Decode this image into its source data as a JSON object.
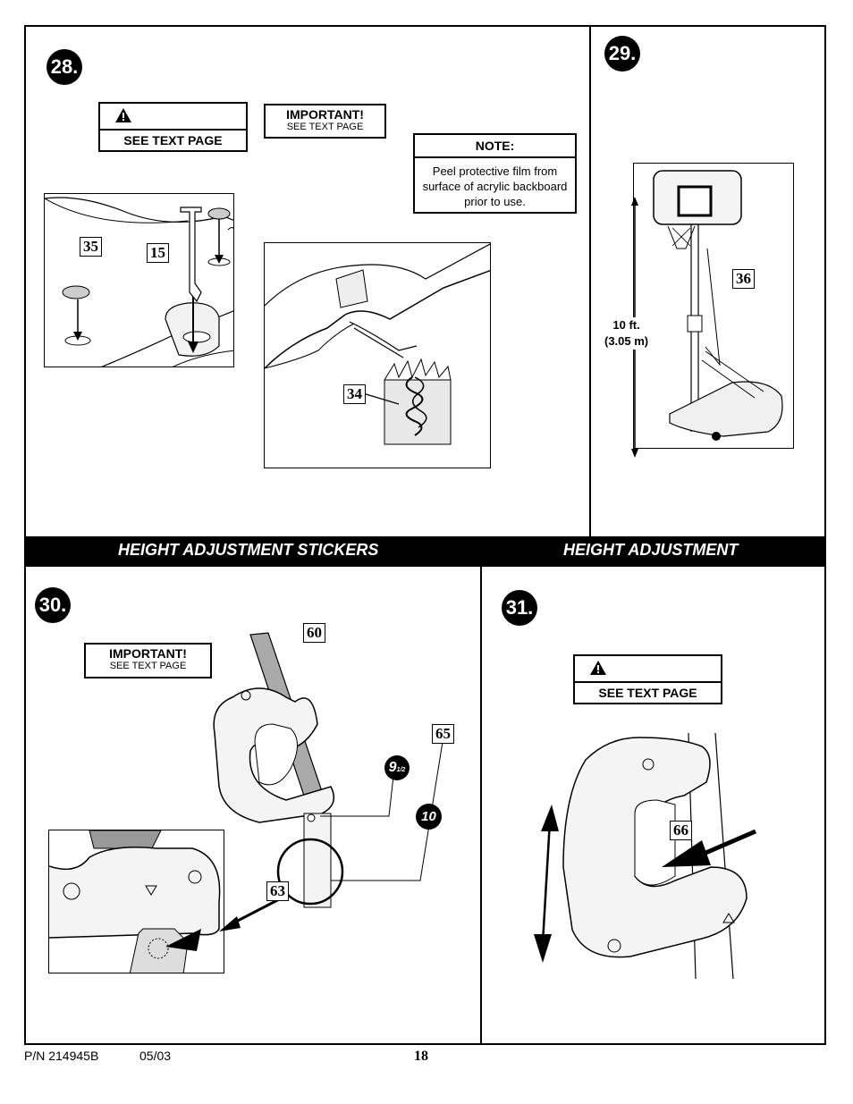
{
  "steps": [
    "28.",
    "29.",
    "30.",
    "31."
  ],
  "warning": {
    "label": "SEE TEXT PAGE",
    "icon": "warning-triangle-icon"
  },
  "important": {
    "title": "IMPORTANT!",
    "subtitle": "SEE TEXT PAGE"
  },
  "note": {
    "title": "NOTE:",
    "text": "Peel protective film from surface of acrylic backboard prior to use."
  },
  "sections": {
    "left": "HEIGHT ADJUSTMENT STICKERS",
    "right": "HEIGHT ADJUSTMENT"
  },
  "callouts": {
    "c35": "35",
    "c15": "15",
    "c34": "34",
    "c36": "36",
    "c60": "60",
    "c65": "65",
    "c63": "63",
    "c66": "66"
  },
  "stickers": {
    "s1": "9",
    "s1frac": "1/2",
    "s2": "10"
  },
  "height": {
    "line1": "10 ft.",
    "line2": "(3.05 m)"
  },
  "footer": {
    "part": "P/N 214945B",
    "date": "05/03",
    "page": "18"
  }
}
